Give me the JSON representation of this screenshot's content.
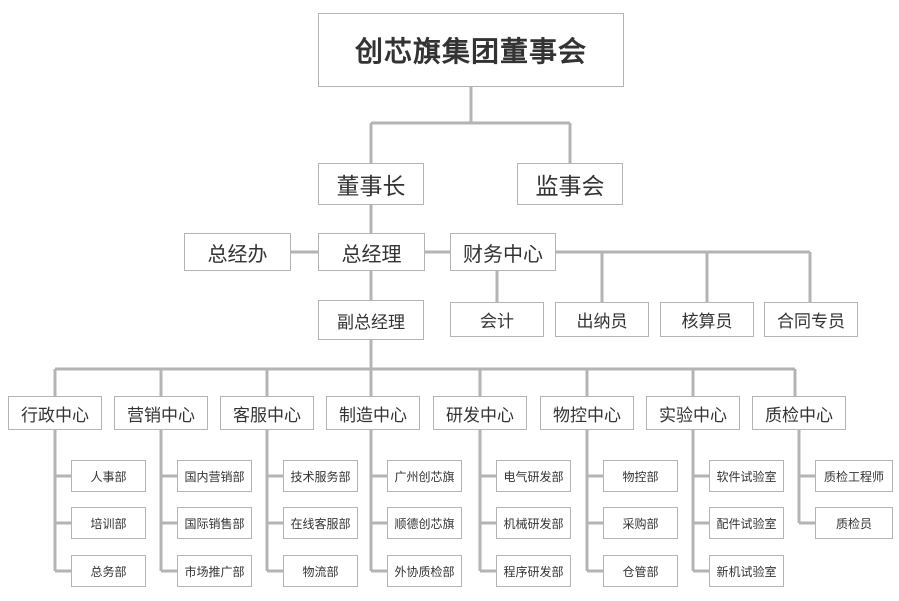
{
  "board": "创芯旗集团董事会",
  "chairman": "董事长",
  "supervisory_board": "监事会",
  "gm_office": "总经办",
  "general_manager": "总经理",
  "finance": {
    "title": "财务中心",
    "roles": [
      "会计",
      "出纳员",
      "核算员",
      "合同专员"
    ]
  },
  "deputy_gm": "副总经理",
  "centers": [
    {
      "title": "行政中心",
      "depts": [
        "人事部",
        "培训部",
        "总务部"
      ]
    },
    {
      "title": "营销中心",
      "depts": [
        "国内营销部",
        "国际销售部",
        "市场推广部"
      ]
    },
    {
      "title": "客服中心",
      "depts": [
        "技术服务部",
        "在线客服部",
        "物流部"
      ]
    },
    {
      "title": "制造中心",
      "depts": [
        "广州创芯旗",
        "顺德创芯旗",
        "外协质检部"
      ]
    },
    {
      "title": "研发中心",
      "depts": [
        "电气研发部",
        "机械研发部",
        "程序研发部"
      ]
    },
    {
      "title": "物控中心",
      "depts": [
        "物控部",
        "采购部",
        "仓管部"
      ]
    },
    {
      "title": "实验中心",
      "depts": [
        "软件试验室",
        "配件试验室",
        "新机试验室"
      ]
    },
    {
      "title": "质检中心",
      "depts": [
        "质检工程师",
        "质检员"
      ]
    }
  ],
  "colors": {
    "line": "#b4b4b4",
    "border": "#b4b4b4",
    "text": "#333333"
  }
}
